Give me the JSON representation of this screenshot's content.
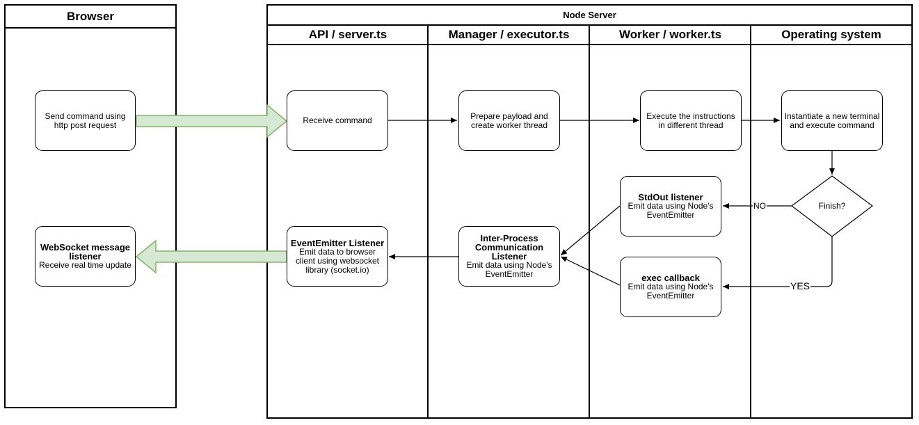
{
  "browser_lane": {
    "title": "Browser"
  },
  "server_lane": {
    "title": "Node Server",
    "columns": [
      {
        "title": "API / server.ts"
      },
      {
        "title": "Manager / executor.ts"
      },
      {
        "title": "Worker / worker.ts"
      },
      {
        "title": "Operating system"
      }
    ]
  },
  "nodes": {
    "send_command": {
      "text": "Send command using http post request"
    },
    "receive_command": {
      "text": "Receive command"
    },
    "prepare_payload": {
      "text": "Prepare payload and create worker thread"
    },
    "execute": {
      "text": "Execute  the instructions in different thread"
    },
    "instantiate": {
      "text": "Instantiate a new terminal and execute command"
    },
    "finish": {
      "text": "Finish?"
    },
    "stdout": {
      "title": "StdOut listener",
      "text": "Emit data using Node's EventEmitter"
    },
    "exec_callback": {
      "title": "exec callback",
      "text": "Emit data using Node's EventEmitter"
    },
    "ipc": {
      "title": "Inter-Process Communication Listener",
      "text": "Emit data using Node's EventEmitter"
    },
    "ee_listener": {
      "title": "EventEmitter Listener",
      "text": "Emit data to browser client using websocket library (socket.io)"
    },
    "ws_listener": {
      "title": "WebSocket message listener",
      "text": "Receive real time update"
    }
  },
  "edge_labels": {
    "no": "NO",
    "yes": "YES"
  },
  "colors": {
    "big_arrow_fill": "#d5e8d4",
    "big_arrow_stroke": "#82b366",
    "line": "#000000"
  }
}
